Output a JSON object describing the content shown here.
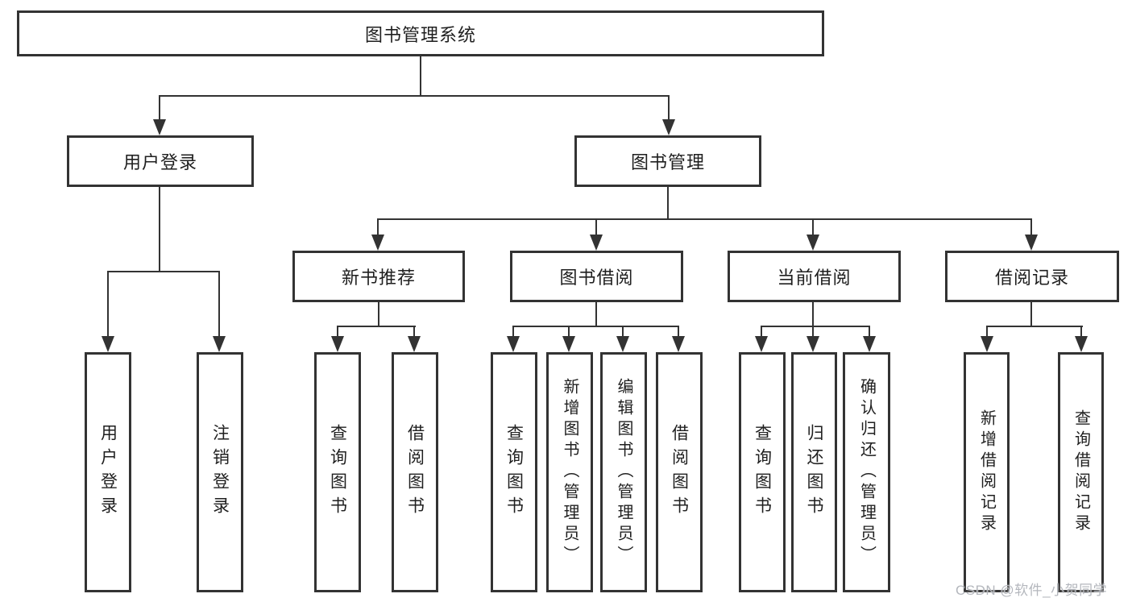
{
  "diagram": {
    "root": {
      "label": "图书管理系统"
    },
    "level2": [
      {
        "label": "用户登录"
      },
      {
        "label": "图书管理"
      }
    ],
    "level3": [
      {
        "label": "新书推荐"
      },
      {
        "label": "图书借阅"
      },
      {
        "label": "当前借阅"
      },
      {
        "label": "借阅记录"
      }
    ],
    "leaves": [
      {
        "label": "用户登录"
      },
      {
        "label": "注销登录"
      },
      {
        "label": "查询图书"
      },
      {
        "label": "借阅图书"
      },
      {
        "label": "查询图书"
      },
      {
        "label": "新增图书（管理员）"
      },
      {
        "label": "编辑图书（管理员）"
      },
      {
        "label": "借阅图书"
      },
      {
        "label": "查询图书"
      },
      {
        "label": "归还图书"
      },
      {
        "label": "确认归还（管理员）"
      },
      {
        "label": "新增借阅记录"
      },
      {
        "label": "查询借阅记录"
      }
    ]
  },
  "watermark": {
    "text": "CSDN @软件_小贺同学"
  },
  "colors": {
    "line": "#333333",
    "text": "#1f1f1f",
    "watermark": "#b0b3b9",
    "background": "#ffffff"
  }
}
